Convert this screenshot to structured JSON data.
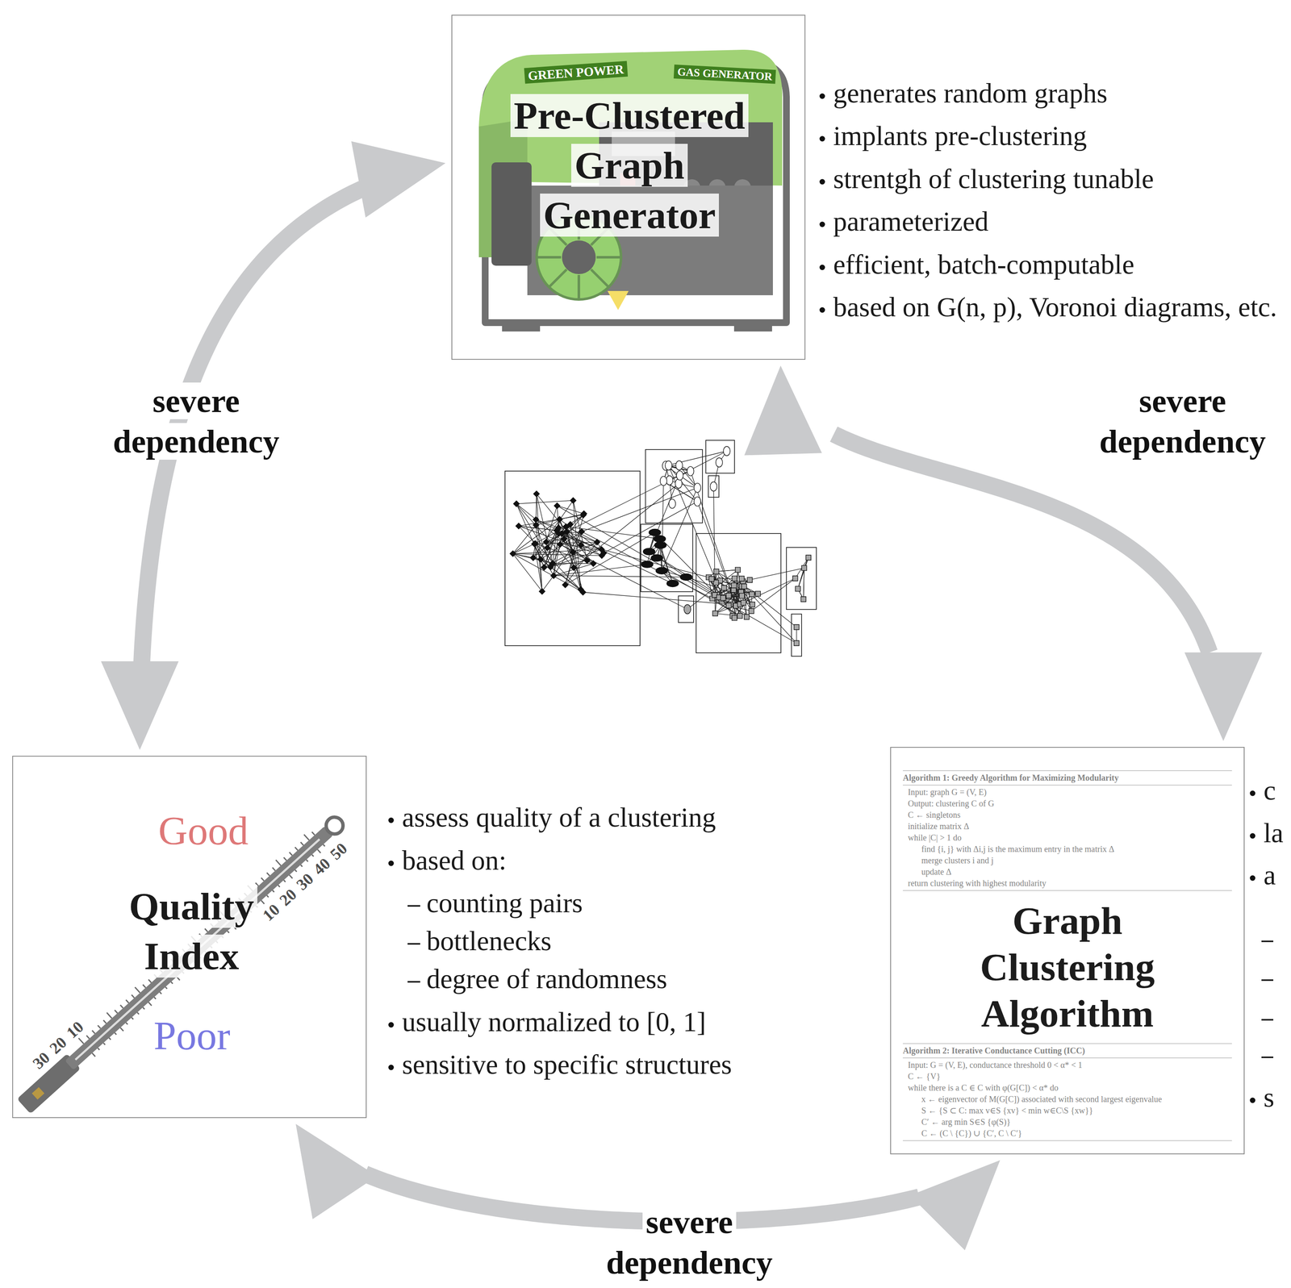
{
  "diagram": {
    "nodes": [
      {
        "text": [
          "Pre-Clustered Graph Generator"
        ]
      },
      {
        "text": [
          "Good",
          "Quality Index",
          "Poor"
        ]
      },
      {
        "text": [
          "Algorithm 1: Greedy Algorithm for Maximizing Modularity",
          "Input: graph G = (V, E)",
          "Output: clustering C of G",
          "C ← singletons",
          "initialize matrix Δ",
          "while |C| > 1 do",
          "find {i, j} with Δi,j is the maximum entry in the matrix Δ",
          "merge clusters i and j",
          "update Δ",
          "return clustering with highest modularity",
          "Graph Clustering Algorithm",
          "Algorithm 2: Iterative Conductance Cutting (ICC)",
          "Input: G = (V, E), conductance threshold 0 < α* < 1",
          "C ← {V}",
          "while there is a C ∈ C with φ(G[C]) < α* do",
          "x ← eigenvector of M(G[C]) associated with second largest eigenvalue",
          "S ← {S ⊂ C: max v∈S {xv} < min w∈C\\S {xw}}",
          "C′ ← arg min S∈S {φ(S)}",
          "C ← (C \\ {C}) ∪ {C′, C \\ C′}"
        ]
      }
    ],
    "edges": [
      {
        "from": 0,
        "to": 1,
        "arrow": "both",
        "label": "severe dependency"
      },
      {
        "from": 0,
        "to": 2,
        "arrow": "both",
        "label": "severe dependency"
      },
      {
        "from": 1,
        "to": 2,
        "arrow": "both",
        "label": "severe dependency"
      }
    ],
    "labels": [
      "generates random graphs",
      "implants pre-clustering",
      "strentgh of clustering tunable",
      "parameterized",
      "efficient, batch-computable",
      "based on G(n, p), Voronoi diagrams, etc.",
      "assess quality of a clustering",
      "based on:",
      "counting pairs",
      "bottlenecks",
      "degree of randomness",
      "usually normalized to [0, 1]",
      "sensitive to specific structures",
      "c",
      "la",
      "a",
      "s",
      "50",
      "40",
      "30",
      "20",
      "10",
      "10",
      "20",
      "30",
      "GREEN POWER",
      "GAS GENERATOR"
    ]
  }
}
